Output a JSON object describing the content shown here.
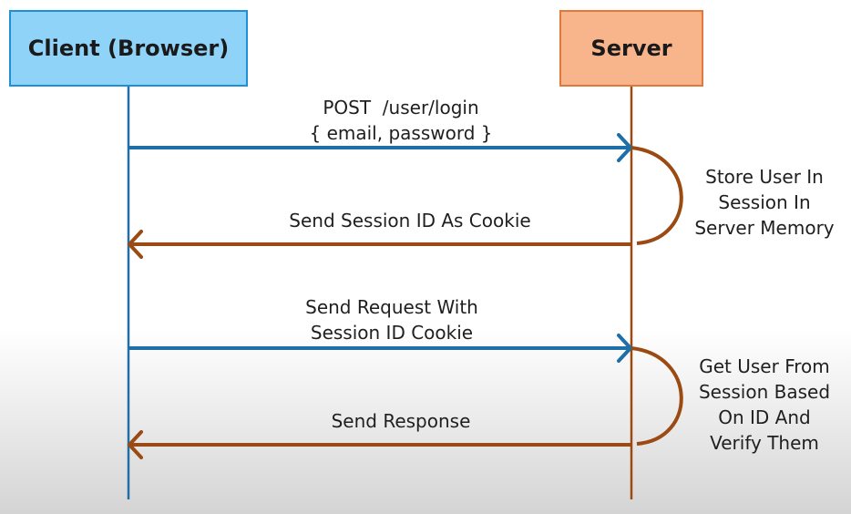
{
  "actors": {
    "client": "Client (Browser)",
    "server": "Server"
  },
  "messages": [
    {
      "lines": [
        "POST  /user/login",
        "{ email, password }"
      ],
      "direction": "client-to-server"
    },
    {
      "lines": [
        "Send Session ID As Cookie"
      ],
      "direction": "server-to-client"
    },
    {
      "lines": [
        "Send Request With",
        "Session ID Cookie"
      ],
      "direction": "client-to-server"
    },
    {
      "lines": [
        "Send Response"
      ],
      "direction": "server-to-client"
    }
  ],
  "notes": [
    {
      "lines": [
        "Store User In",
        "Session In",
        "Server Memory"
      ]
    },
    {
      "lines": [
        "Get User From",
        "Session Based",
        "On ID And",
        "Verify Them"
      ]
    }
  ],
  "colors": {
    "client_fill": "#8fd3f8",
    "client_border": "#1f8fd6",
    "server_fill": "#f8b58c",
    "server_border": "#e07a3a",
    "request_arrow": "#1f6ea6",
    "response_arrow": "#9a4a12"
  }
}
